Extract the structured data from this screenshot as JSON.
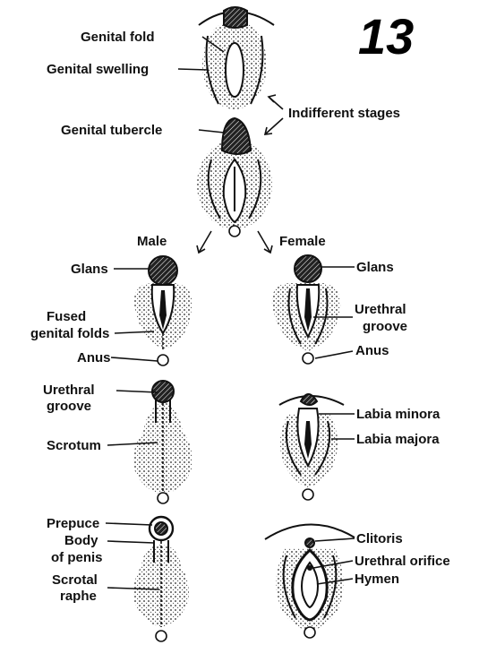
{
  "figure_number": "13",
  "labels": {
    "genital_fold": "Genital fold",
    "genital_swelling": "Genital swelling",
    "indifferent_stages": "Indifferent stages",
    "genital_tubercle": "Genital tubercle",
    "male": "Male",
    "female": "Female",
    "male_glans": "Glans",
    "female_glans": "Glans",
    "fused_genital_folds_1": "Fused",
    "fused_genital_folds_2": "genital folds",
    "female_urethral_groove_1": "Urethral",
    "female_urethral_groove_2": "groove",
    "male_anus": "Anus",
    "female_anus": "Anus",
    "male_urethral_groove_1": "Urethral",
    "male_urethral_groove_2": "groove",
    "labia_minora": "Labia minora",
    "scrotum": "Scrotum",
    "labia_majora": "Labia majora",
    "prepuce": "Prepuce",
    "body_of_penis_1": "Body",
    "body_of_penis_2": "of penis",
    "clitoris": "Clitoris",
    "urethral_orifice": "Urethral orifice",
    "scrotal_raphe_1": "Scrotal",
    "scrotal_raphe_2": "raphe",
    "hymen": "Hymen"
  }
}
